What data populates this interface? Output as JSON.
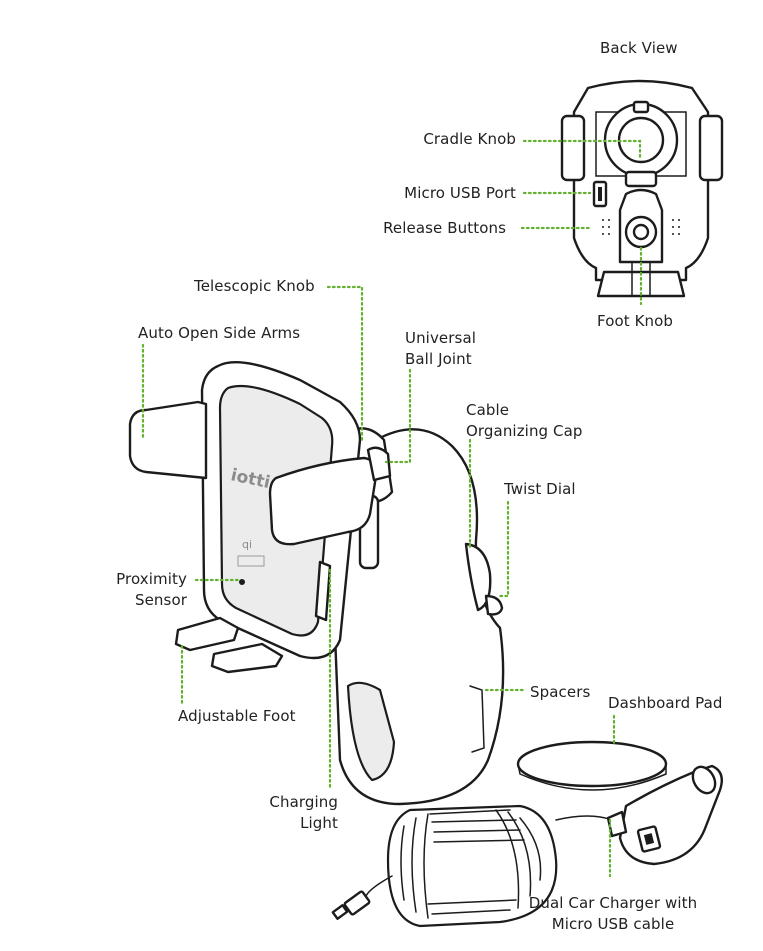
{
  "colors": {
    "leader_line": "#62b22f",
    "outline": "#1c1c1c",
    "panel_fill": "#ececec"
  },
  "back_view": {
    "title": "Back View",
    "labels": {
      "cradle_knob": "Cradle Knob",
      "micro_usb_port": "Micro USB Port",
      "release_buttons": "Release Buttons",
      "foot_knob": "Foot Knob"
    }
  },
  "main_view": {
    "labels": {
      "telescopic_knob": "Telescopic Knob",
      "auto_open_side_arms": "Auto Open Side Arms",
      "universal_ball_joint": [
        "Universal",
        "Ball Joint"
      ],
      "cable_organizing_cap": [
        "Cable",
        "Organizing Cap"
      ],
      "twist_dial": "Twist Dial",
      "proximity_sensor": [
        "Proximity",
        "Sensor"
      ],
      "adjustable_foot": "Adjustable Foot",
      "spacers": "Spacers",
      "dashboard_pad": "Dashboard Pad",
      "charging_light": [
        "Charging",
        "Light"
      ],
      "dual_car_charger": [
        "Dual Car Charger with",
        "Micro USB cable"
      ]
    },
    "device_print": {
      "brand": "iottie",
      "qi_mark": "qi"
    }
  }
}
